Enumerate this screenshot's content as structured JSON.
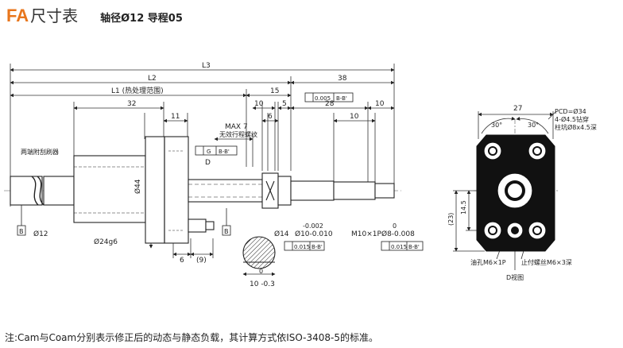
{
  "header": {
    "prefix": "FA",
    "title": "尺寸表",
    "subtitle": "轴径Ø12 导程05"
  },
  "dims": {
    "L3": "L3",
    "L2": "L2",
    "d38": "38",
    "L1": "L1 (热处理范围)",
    "d15": "15",
    "d10a": "10",
    "d5": "5",
    "d32": "32",
    "d10b": "10",
    "d6a": "6",
    "d28": "28",
    "d10c": "10",
    "d10d": "10",
    "d11": "11",
    "max7": "MAX 7",
    "max7_note": "无效行程螺纹",
    "D": "D",
    "phi44": "Ø44",
    "phi12": "Ø12",
    "phi24": "Ø24g6",
    "phi14": "Ø14",
    "tol_main_top": "-0.002",
    "tol_main": "Ø10-0.010",
    "thread": "M10×1P",
    "tol_end_top": "0",
    "tol_end": "Ø8-0.008",
    "d6b": "6",
    "d9": "(9)",
    "key_w_top": "0",
    "key_w": "10 -0.3",
    "B": "B",
    "left_label": "两端附刮刷器"
  },
  "tolerances": {
    "flatness": "0.005",
    "flatness_ref": "B-B'",
    "g_label": "G",
    "g_ref": "B-B'",
    "runout1": "0.015",
    "runout1_ref": "B-B'",
    "runout2": "0.015",
    "runout2_ref": "B-B'"
  },
  "side_view": {
    "w27": "27",
    "pcd": "PCD=Ø34",
    "hole": "4-Ø4.5钻穿",
    "cbore": "柱坑Ø8x4.5深",
    "ang1": "30°",
    "ang2": "30°",
    "d145": "14.5",
    "d23": "(23)",
    "oil": "油孔M6×1P",
    "stop": "止付螺丝M6×3深",
    "view": "D视图"
  },
  "footnote": "注:Cam与Coam分别表示修正后的动态与静态负载，其计算方式依ISO-3408-5的标准。"
}
